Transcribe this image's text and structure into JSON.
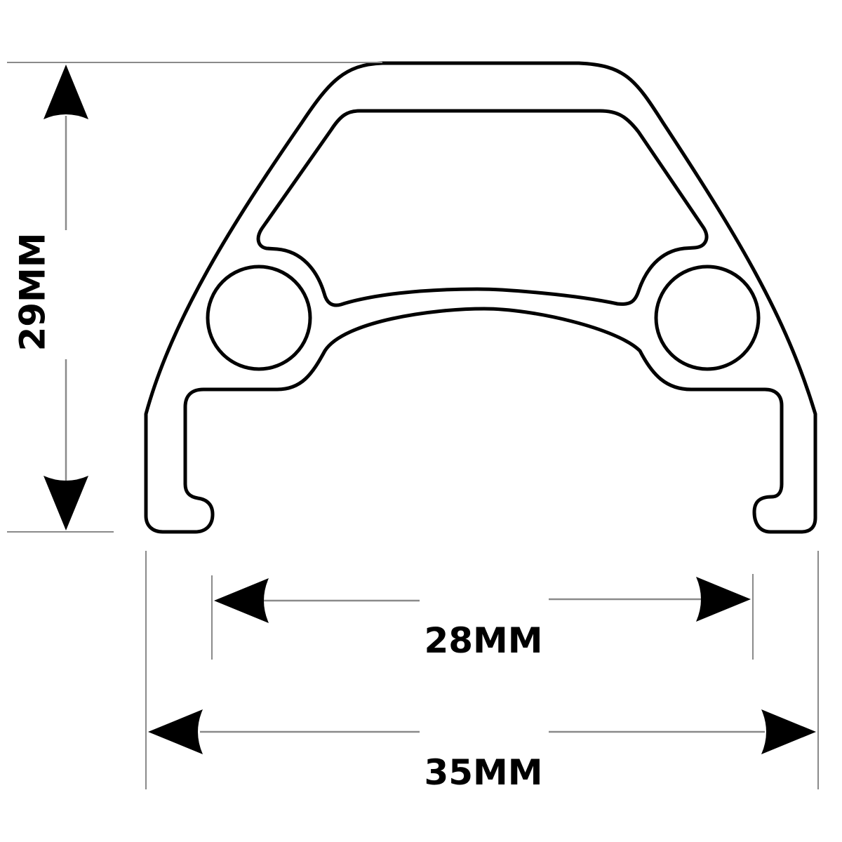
{
  "dimensions": {
    "height_label": "29MM",
    "inner_width_label": "28MM",
    "outer_width_label": "35MM"
  },
  "colors": {
    "outline": "#000000",
    "dimension_line": "#8a8a8a",
    "background": "#ffffff"
  }
}
